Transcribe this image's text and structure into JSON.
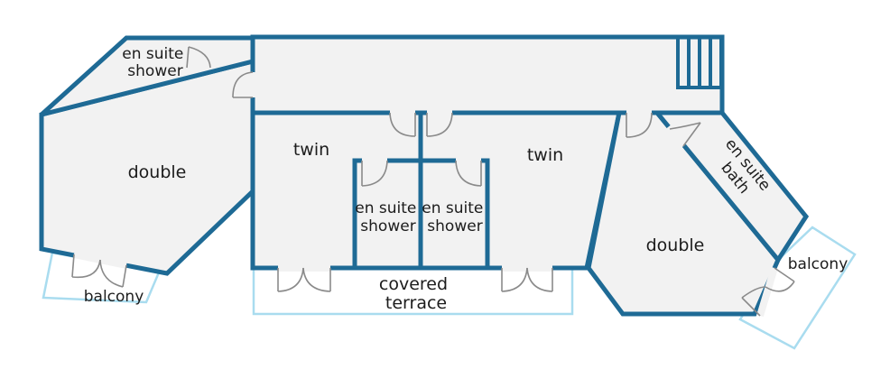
{
  "colors": {
    "wall": "#1e6a95",
    "floor": "#f2f2f2",
    "outdoor_outline": "#a9dcef",
    "door": "#8a8a8a",
    "text": "#1c1c1c"
  },
  "rooms": {
    "en_suite_shower_left": [
      "en suite",
      "shower"
    ],
    "double_left": "double",
    "balcony_left": "balcony",
    "twin_left": "twin",
    "twin_right": "twin",
    "en_suite_shower_center_left": [
      "en suite",
      "shower"
    ],
    "en_suite_shower_center_right": [
      "en suite",
      "shower"
    ],
    "covered_terrace": [
      "covered",
      "terrace"
    ],
    "double_right": "double",
    "en_suite_bath_right": [
      "en suite",
      "bath"
    ],
    "balcony_right": "balcony"
  }
}
